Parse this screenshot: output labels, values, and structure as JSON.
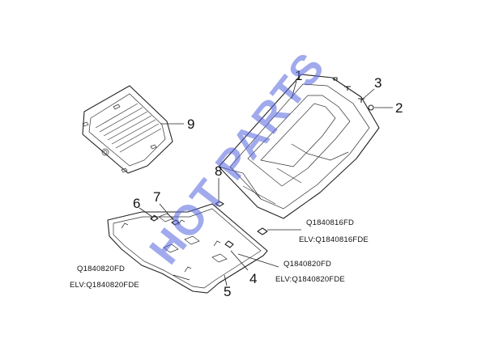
{
  "callouts": [
    {
      "id": "1",
      "label": "1"
    },
    {
      "id": "2",
      "label": "2"
    },
    {
      "id": "3",
      "label": "3"
    },
    {
      "id": "4",
      "label": "4"
    },
    {
      "id": "5",
      "label": "5"
    },
    {
      "id": "6",
      "label": "6"
    },
    {
      "id": "7",
      "label": "7"
    },
    {
      "id": "8",
      "label": "8"
    },
    {
      "id": "9",
      "label": "9"
    }
  ],
  "part_codes": {
    "right_primary": "Q1840816FD",
    "right_elv": "ELV:Q1840816FDE",
    "middle_primary": "Q1840820FD",
    "middle_elv": "ELV:Q1840820FDE",
    "left_primary": "Q1840820FD",
    "left_elv": "ELV:Q1840820FDE"
  },
  "watermark": "HOT PARTS",
  "colors": {
    "line": "#222222",
    "watermark": "#5566dd",
    "background": "#ffffff"
  }
}
